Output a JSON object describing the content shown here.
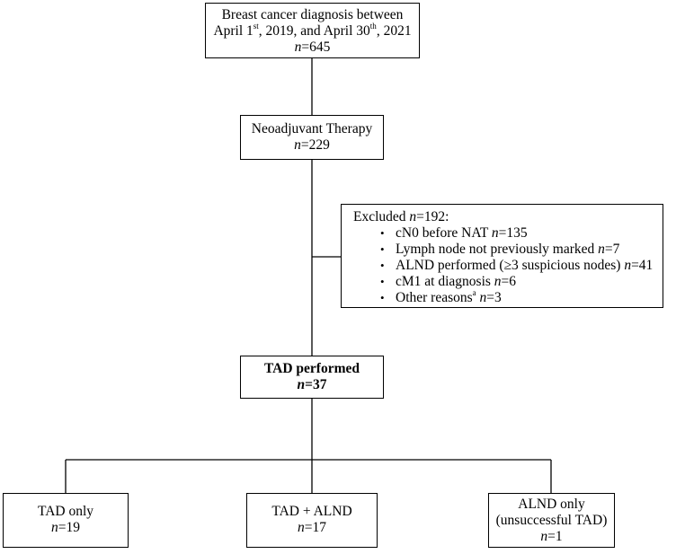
{
  "diagnosis": {
    "line1": "Breast cancer diagnosis between",
    "line2_a": "April 1",
    "line2_sup1": "st",
    "line2_b": ", 2019, and April 30",
    "line2_sup2": "th",
    "line2_c": ", 2021",
    "n_label": "n",
    "n_value": "=645"
  },
  "neoadjuvant": {
    "title": "Neoadjuvant Therapy",
    "n_label": "n",
    "n_value": "=229"
  },
  "excluded": {
    "title": "Excluded ",
    "n_label": "n",
    "n_value": "=192:",
    "items": [
      {
        "bullet": "•",
        "text": "cN0 before NAT ",
        "n_label": "n",
        "n_value": "=135",
        "sup": ""
      },
      {
        "bullet": "•",
        "text": "Lymph node not previously marked ",
        "n_label": "n",
        "n_value": "=7",
        "sup": ""
      },
      {
        "bullet": "•",
        "text": "ALND performed (≥3 suspicious nodes) ",
        "n_label": "n",
        "n_value": "=41",
        "sup": ""
      },
      {
        "bullet": "•",
        "text": "cM1 at diagnosis ",
        "n_label": "n",
        "n_value": "=6",
        "sup": ""
      },
      {
        "bullet": "•",
        "text": "Other reasons",
        "n_label": "n",
        "n_value": "=3",
        "sup": "a"
      }
    ]
  },
  "tad": {
    "title": "TAD performed",
    "n_label": "n",
    "n_value": "=37"
  },
  "outcomes": [
    {
      "line1": "TAD only",
      "line2": "",
      "n_label": "n",
      "n_value": "=19"
    },
    {
      "line1": "TAD + ALND",
      "line2": "",
      "n_label": "n",
      "n_value": "=17"
    },
    {
      "line1": "ALND only",
      "line2": "(unsuccessful TAD)",
      "n_label": "n",
      "n_value": "=1"
    }
  ]
}
